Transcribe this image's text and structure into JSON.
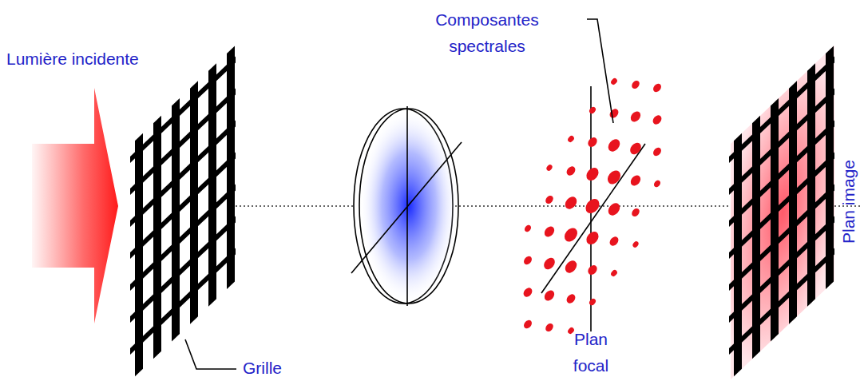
{
  "diagram": {
    "labels": [
      "Lumière incidente",
      "Composantes spectrales",
      "Grille",
      "Plan focal",
      "Plan image"
    ]
  }
}
